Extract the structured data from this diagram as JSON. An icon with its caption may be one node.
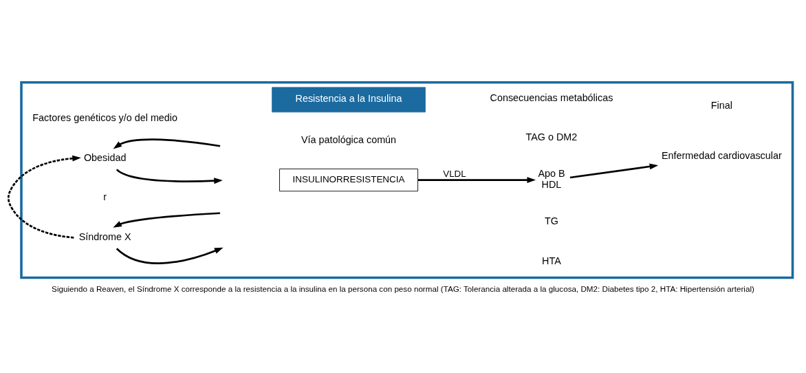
{
  "diagram": {
    "caption": "Siguiendo a Reaven, el Síndrome X corresponde a la resistencia a la insulina en la persona con peso normal (TAG: Tolerancia alterada a la glucosa, DM2: Diabetes tipo 2, HTA: Hipertensión arterial)",
    "nodes": [
      {
        "text": [],
        "shape": "box"
      },
      {
        "text": [
          "Resistencia a la Insulina"
        ],
        "in": 0
      },
      {
        "text": [
          "Obesidad"
        ],
        "in": 0
      },
      {
        "text": [
          "Síndrome X"
        ],
        "in": 0
      },
      {
        "text": [
          "INSULINORRESISTENCIA"
        ],
        "in": 0
      },
      {
        "text": [
          "Apo B",
          "HDL"
        ],
        "in": 0
      },
      {
        "text": [
          "Enfermedad cardiovascular"
        ],
        "in": 0
      }
    ],
    "edges": [
      {
        "from": null,
        "to": 2,
        "arrow": "to"
      },
      {
        "from": 2,
        "to": null,
        "arrow": "to"
      },
      {
        "from": 3,
        "to": null,
        "arrow": "to"
      },
      {
        "from": null,
        "to": 3,
        "arrow": "to"
      },
      {
        "from": 3,
        "to": 2,
        "arrow": "to",
        "style": "dashed"
      },
      {
        "from": 4,
        "to": 5,
        "arrow": "to",
        "label": "VLDL"
      },
      {
        "from": 5,
        "to": 6,
        "arrow": "to"
      }
    ],
    "labels": [
      "Factores genéticos y/o del medio",
      "Vía patológica común",
      "Consecuencias metabólicas",
      "Final",
      "TAG o DM2",
      "r",
      "TG",
      "HTA"
    ]
  }
}
